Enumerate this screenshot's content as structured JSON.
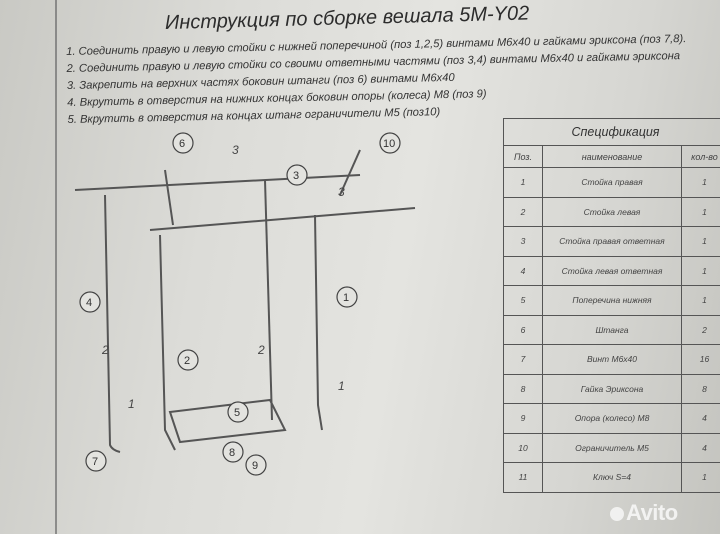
{
  "title": "Инструкция по сборке вешала 5M-Y02",
  "steps": [
    "1. Соединить правую и левую стойки с нижней поперечиной (поз 1,2,5) винтами М6х40 и гайками эриксона (поз 7,8).",
    "2. Соединить правую и левую стойки со своими ответными частями (поз 3,4) винтами М6х40 и гайками эриксона",
    "3. Закрепить на верхних частях боковин штанги (поз 6) винтами М6х40",
    "4. Вкрутить в отверстия на нижних концах боковин опоры (колеса) М8 (поз 9)",
    "5. Вкрутить в отверстия на концах штанг ограничители М5 (поз10)"
  ],
  "spec": {
    "caption": "Спецификация",
    "headers": [
      "Поз.",
      "наименование",
      "кол-во"
    ],
    "rows": [
      [
        "1",
        "Стойка правая",
        "1"
      ],
      [
        "2",
        "Стойка левая",
        "1"
      ],
      [
        "3",
        "Стойка правая ответная",
        "1"
      ],
      [
        "4",
        "Стойка левая ответная",
        "1"
      ],
      [
        "5",
        "Поперечина нижняя",
        "1"
      ],
      [
        "6",
        "Штанга",
        "2"
      ],
      [
        "7",
        "Винт М6х40",
        "16"
      ],
      [
        "8",
        "Гайка Эриксона",
        "8"
      ],
      [
        "9",
        "Опора (колесо) М8",
        "4"
      ],
      [
        "10",
        "Ограничитель М5",
        "4"
      ],
      [
        "11",
        "Ключ S=4",
        "1"
      ]
    ]
  },
  "diagram": {
    "callouts": [
      "6",
      "10",
      "3",
      "4",
      "1",
      "2",
      "5",
      "8",
      "9",
      "7"
    ],
    "labels": [
      "3",
      "3",
      "2",
      "2",
      "1",
      "1"
    ]
  },
  "watermark": "Avito"
}
